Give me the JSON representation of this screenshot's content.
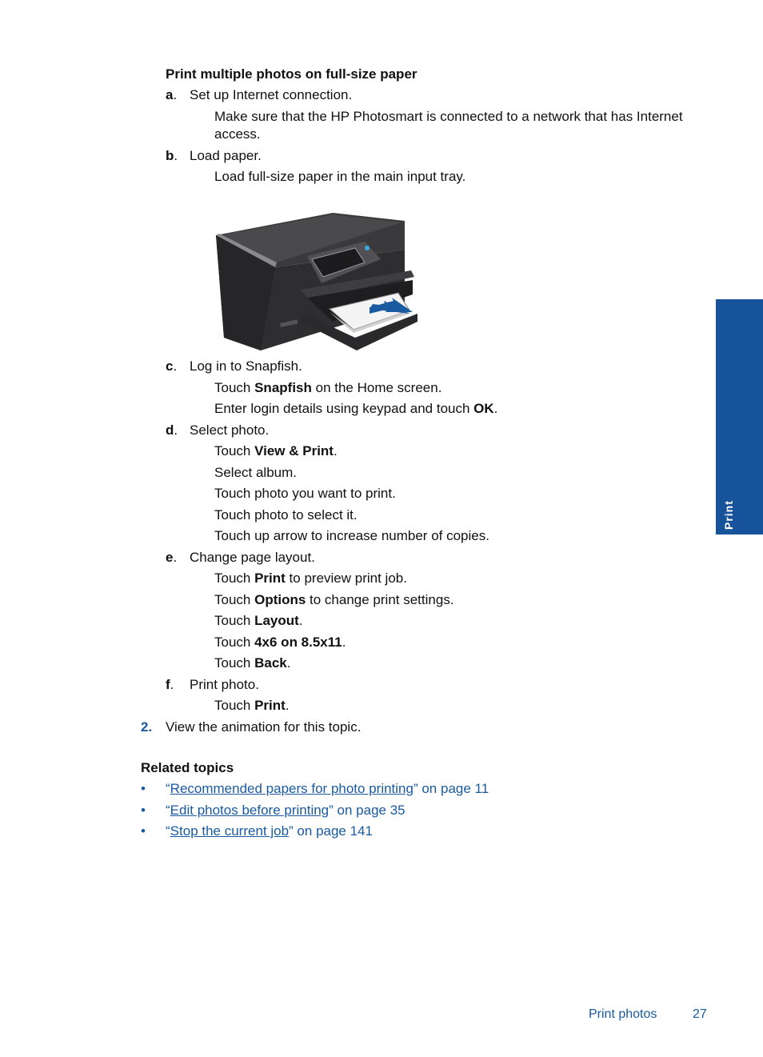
{
  "section_title": "Print multiple photos on full-size paper",
  "steps": [
    {
      "letter": "a",
      "text": "Set up Internet connection.",
      "details": [
        [
          "Make sure that the HP Photosmart is connected to a network that has Internet",
          "access."
        ]
      ]
    },
    {
      "letter": "b",
      "text": "Load paper.",
      "details": [
        [
          "Load full-size paper in the main input tray."
        ]
      ]
    },
    {
      "letter": "c",
      "text": "Log in to Snapfish.",
      "details": [
        {
          "pre": "Touch ",
          "bold": "Snapfish",
          "post": " on the Home screen."
        },
        {
          "pre": "Enter login details using keypad and touch ",
          "bold": "OK",
          "post": "."
        }
      ]
    },
    {
      "letter": "d",
      "text": "Select photo.",
      "details": [
        {
          "pre": "Touch ",
          "bold": "View & Print",
          "post": "."
        },
        {
          "pre": "Select album.",
          "bold": "",
          "post": ""
        },
        {
          "pre": "Touch photo you want to print.",
          "bold": "",
          "post": ""
        },
        {
          "pre": "Touch photo to select it.",
          "bold": "",
          "post": ""
        },
        {
          "pre": "Touch up arrow to increase number of copies.",
          "bold": "",
          "post": ""
        }
      ]
    },
    {
      "letter": "e",
      "text": "Change page layout.",
      "details": [
        {
          "pre": "Touch ",
          "bold": "Print",
          "post": " to preview print job."
        },
        {
          "pre": "Touch ",
          "bold": "Options",
          "post": " to change print settings."
        },
        {
          "pre": "Touch ",
          "bold": "Layout",
          "post": "."
        },
        {
          "pre": "Touch ",
          "bold": "4x6 on 8.5x11",
          "post": "."
        },
        {
          "pre": "Touch ",
          "bold": "Back",
          "post": "."
        }
      ]
    },
    {
      "letter": "f",
      "text": "Print photo.",
      "details": [
        {
          "pre": "Touch ",
          "bold": "Print",
          "post": "."
        }
      ]
    }
  ],
  "numbered_step": {
    "number": "2.",
    "text": "View the animation for this topic."
  },
  "related": {
    "heading": "Related topics",
    "bullet": "•",
    "items": [
      {
        "open": "“",
        "link": "Recommended papers for photo printing",
        "close": "” on page 11"
      },
      {
        "open": "“",
        "link": "Edit photos before printing",
        "close": "” on page 35"
      },
      {
        "open": "“",
        "link": "Stop the current job",
        "close": "” on page 141"
      }
    ]
  },
  "side_tab": {
    "label": "Print",
    "color": "#17539a"
  },
  "footer": {
    "section": "Print photos",
    "page": "27"
  },
  "colors": {
    "accent": "#1a5aa0"
  }
}
